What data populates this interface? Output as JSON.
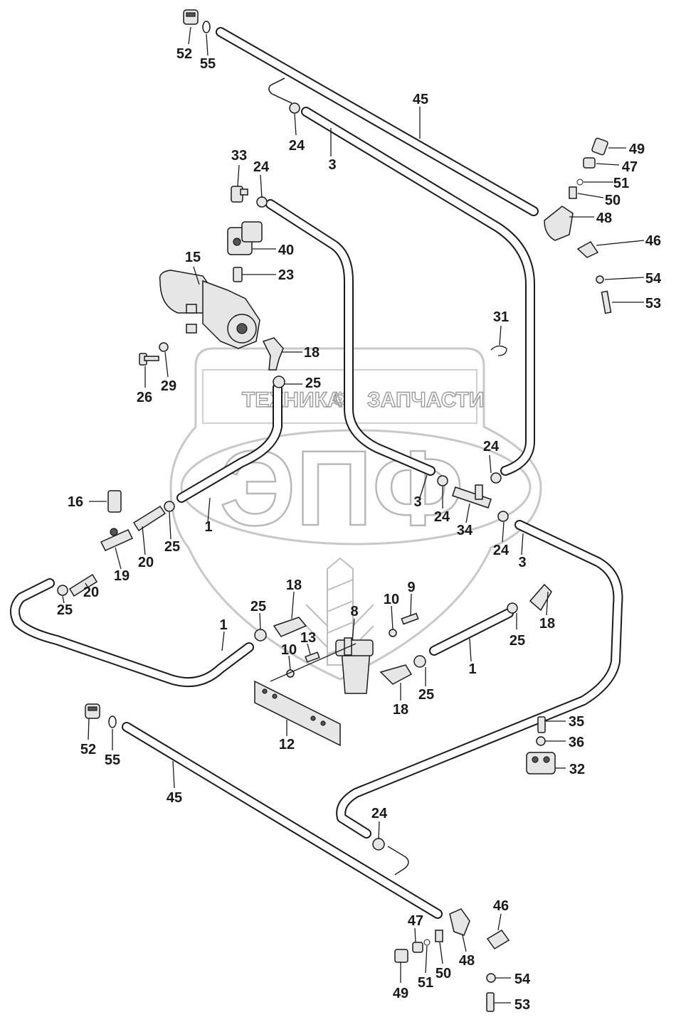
{
  "watermark": {
    "top_text_left": "ТЕХНИКА",
    "top_text_right": "ЗАПЧАСТИ",
    "logo_letters": "ЭПФ",
    "gear_glyph": "⚙"
  },
  "callouts": [
    {
      "id": "c1",
      "label": "52"
    },
    {
      "id": "c2",
      "label": "55"
    },
    {
      "id": "c3",
      "label": "45"
    },
    {
      "id": "c4",
      "label": "24"
    },
    {
      "id": "c5",
      "label": "3"
    },
    {
      "id": "c6",
      "label": "49"
    },
    {
      "id": "c7",
      "label": "47"
    },
    {
      "id": "c8",
      "label": "51"
    },
    {
      "id": "c9",
      "label": "50"
    },
    {
      "id": "c10",
      "label": "48"
    },
    {
      "id": "c11",
      "label": "46"
    },
    {
      "id": "c12",
      "label": "54"
    },
    {
      "id": "c13",
      "label": "53"
    },
    {
      "id": "c14",
      "label": "33"
    },
    {
      "id": "c15",
      "label": "24"
    },
    {
      "id": "c16",
      "label": "40"
    },
    {
      "id": "c17",
      "label": "15"
    },
    {
      "id": "c18",
      "label": "23"
    },
    {
      "id": "c19",
      "label": "31"
    },
    {
      "id": "c20",
      "label": "18"
    },
    {
      "id": "c21",
      "label": "25"
    },
    {
      "id": "c22",
      "label": "26"
    },
    {
      "id": "c23",
      "label": "29"
    },
    {
      "id": "c24",
      "label": "24"
    },
    {
      "id": "c25",
      "label": "3"
    },
    {
      "id": "c26",
      "label": "24"
    },
    {
      "id": "c27",
      "label": "34"
    },
    {
      "id": "c28",
      "label": "24"
    },
    {
      "id": "c29",
      "label": "3"
    },
    {
      "id": "c30",
      "label": "16"
    },
    {
      "id": "c31",
      "label": "1"
    },
    {
      "id": "c32",
      "label": "25"
    },
    {
      "id": "c33",
      "label": "20"
    },
    {
      "id": "c34",
      "label": "19"
    },
    {
      "id": "c35",
      "label": "20"
    },
    {
      "id": "c36",
      "label": "25"
    },
    {
      "id": "c37",
      "label": "18"
    },
    {
      "id": "c38",
      "label": "25"
    },
    {
      "id": "c39",
      "label": "8"
    },
    {
      "id": "c40",
      "label": "10"
    },
    {
      "id": "c41",
      "label": "9"
    },
    {
      "id": "c42",
      "label": "18"
    },
    {
      "id": "c43",
      "label": "1"
    },
    {
      "id": "c44",
      "label": "13"
    },
    {
      "id": "c45",
      "label": "10"
    },
    {
      "id": "c46",
      "label": "25"
    },
    {
      "id": "c47",
      "label": "1"
    },
    {
      "id": "c48",
      "label": "18"
    },
    {
      "id": "c49",
      "label": "25"
    },
    {
      "id": "c50",
      "label": "12"
    },
    {
      "id": "c51",
      "label": "52"
    },
    {
      "id": "c52",
      "label": "55"
    },
    {
      "id": "c53",
      "label": "45"
    },
    {
      "id": "c54",
      "label": "35"
    },
    {
      "id": "c55",
      "label": "36"
    },
    {
      "id": "c56",
      "label": "32"
    },
    {
      "id": "c57",
      "label": "24"
    },
    {
      "id": "c58",
      "label": "47"
    },
    {
      "id": "c59",
      "label": "46"
    },
    {
      "id": "c60",
      "label": "49"
    },
    {
      "id": "c61",
      "label": "51"
    },
    {
      "id": "c62",
      "label": "50"
    },
    {
      "id": "c63",
      "label": "48"
    },
    {
      "id": "c64",
      "label": "54"
    },
    {
      "id": "c65",
      "label": "53"
    }
  ],
  "icons": {
    "shield": "shield-logo-icon",
    "nut": "nut-icon",
    "oring": "o-ring-icon",
    "pump": "pump-icon",
    "valve": "solenoid-valve-icon",
    "filter": "filter-icon",
    "clamp": "hose-clamp-icon",
    "bracket": "bracket-icon",
    "bolt": "bolt-icon"
  }
}
